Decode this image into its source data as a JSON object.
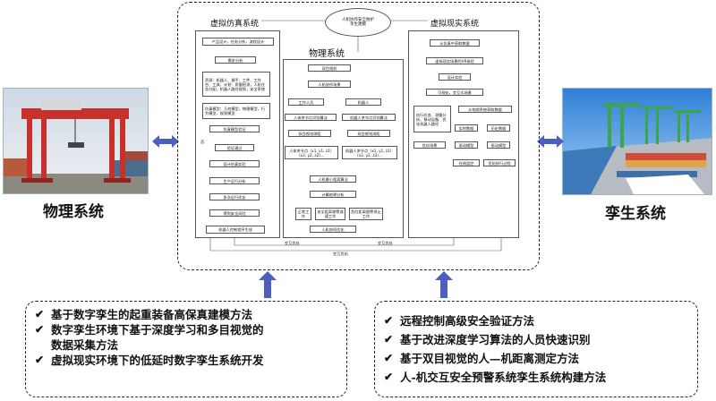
{
  "left_label": "物理系统",
  "right_label": "孪生系统",
  "diagram": {
    "left_panel": {
      "title": "虚拟仿真系统",
      "steps": [
        "产品设计，任务分析，流程设计",
        "需求分析",
        "资源：机器人、操手、工件、工作台、工具；计划：质量检测，人机任务分配，机器人路径规划，安全系统",
        "仿真模型：几何模型，物理模型，行为模型，规则模型",
        "仿真模型验证",
        "验证通过",
        "设计仿真实验",
        "生产运行分析",
        "多次运行优化",
        "得到安全风险",
        "机器人控制程序生成"
      ],
      "no_label": "否"
    },
    "center_panel": {
      "top_bubble": "人机协作安全防护孪生建模",
      "title": "物理系统",
      "steps": [
        "双目相机",
        "人机协作场景",
        "工作人员",
        "机器人",
        "人体关节点识别算法",
        "机器人关节点识别算法",
        "双目视觉测距",
        "双目视觉测距",
        "人体关节点（x1, y1, z1）(x2, y2, z2)...",
        "机器人关节点（x1, y1, z1）(x2, y2, z2)...",
        "人机最小距离算法",
        "计算结果分析",
        "正常工作",
        "安全距离报警减速工作",
        "危险距离报警停止工作",
        "人机协同优化"
      ]
    },
    "right_panel": {
      "title": "虚拟现实系统",
      "steps": [
        "从仿真中获取数据",
        "虚拟现实场景的VR体验",
        "设计实验",
        "可视化，交互式场景",
        "执行任务、测量分析、移动设备、优化机器人路径",
        "从物理系统获取数据",
        "实时数据",
        "历史数据",
        "驱动模型",
        "驱动模型",
        "优化场景",
        "在线监控",
        "优化执行过程"
      ]
    },
    "feedback_labels": [
      "交互优化",
      "交互优化",
      "交互优化"
    ]
  },
  "bottom_left": {
    "items": [
      "基于数字孪生的起重装备高保真建模方法",
      "数字孪生环境下基于深度学习和多目视觉的",
      "数据采集方法",
      "虚拟现实环境下的低延时数字孪生系统开发"
    ]
  },
  "bottom_right": {
    "items": [
      "远程控制高级安全验证方法",
      "基于改进深度学习算法的人员快速识别",
      "基于双目视觉的人—机距离测定方法",
      "人-机交互安全预警系统孪生系统构建方法"
    ]
  },
  "colors": {
    "arrow_blue": "#4a5fbf",
    "crane_red": "#c8312b",
    "sky_blue": "#3b88d8",
    "crane_green": "#3aa54a"
  }
}
